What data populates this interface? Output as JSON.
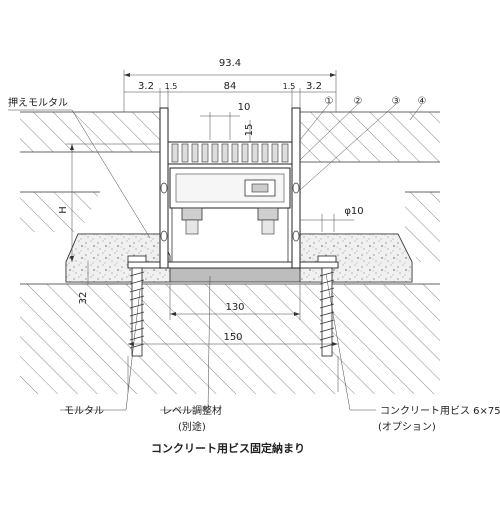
{
  "dimensions": {
    "overall_width": "93.4",
    "left_gap": "3.2",
    "left_flange": "1.5",
    "inner_width": "84",
    "right_flange": "1.5",
    "right_gap": "3.2",
    "slot_pitch": "10",
    "slot_depth": "15",
    "height": "H",
    "mortar_depth": "32",
    "plate_width": "130",
    "base_width": "150",
    "hole_diameter": "φ10"
  },
  "callouts": [
    "①",
    "②",
    "③",
    "④"
  ],
  "labels": {
    "top_mortar": "押えモルタル",
    "mortar": "モルタル",
    "level_adjuster": "レベル調整材",
    "level_adjuster_note": "(別途)",
    "screw": "コンクリート用ビス 6×75",
    "screw_note": "(オプション)"
  },
  "caption": "コンクリート用ビス固定納まり"
}
